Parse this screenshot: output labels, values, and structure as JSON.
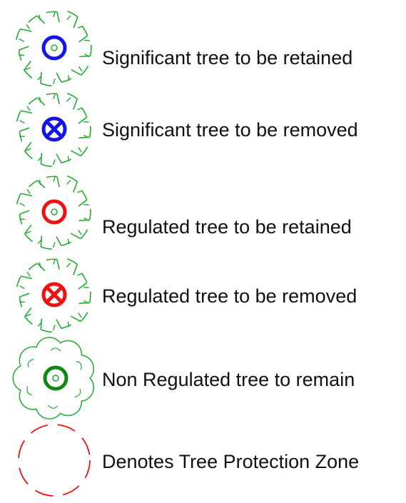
{
  "legend": {
    "items": [
      {
        "label": "Significant tree to be retained",
        "symbol": "significant-tree-retained-icon",
        "canopy_color": "#22aa33",
        "marker_color": "#1515e6",
        "marker": "ring-with-dot"
      },
      {
        "label": "Significant tree to be removed",
        "symbol": "significant-tree-removed-icon",
        "canopy_color": "#22aa33",
        "marker_color": "#1515e6",
        "marker": "circled-x"
      },
      {
        "label": "Regulated tree to be retained",
        "symbol": "regulated-tree-retained-icon",
        "canopy_color": "#22aa33",
        "marker_color": "#ee1111",
        "marker": "ring-with-dot"
      },
      {
        "label": "Regulated tree to be removed",
        "symbol": "regulated-tree-removed-icon",
        "canopy_color": "#22aa33",
        "marker_color": "#ee1111",
        "marker": "circled-x"
      },
      {
        "label": "Non Regulated  tree to remain",
        "symbol": "non-regulated-tree-remain-icon",
        "canopy_color": "#22aa33",
        "marker_color": "#118811",
        "marker": "ring-with-dot"
      },
      {
        "label": "Denotes Tree Protection Zone",
        "symbol": "tree-protection-zone-icon",
        "zone_color": "#ee1111",
        "marker": "dashed-circle"
      }
    ]
  }
}
